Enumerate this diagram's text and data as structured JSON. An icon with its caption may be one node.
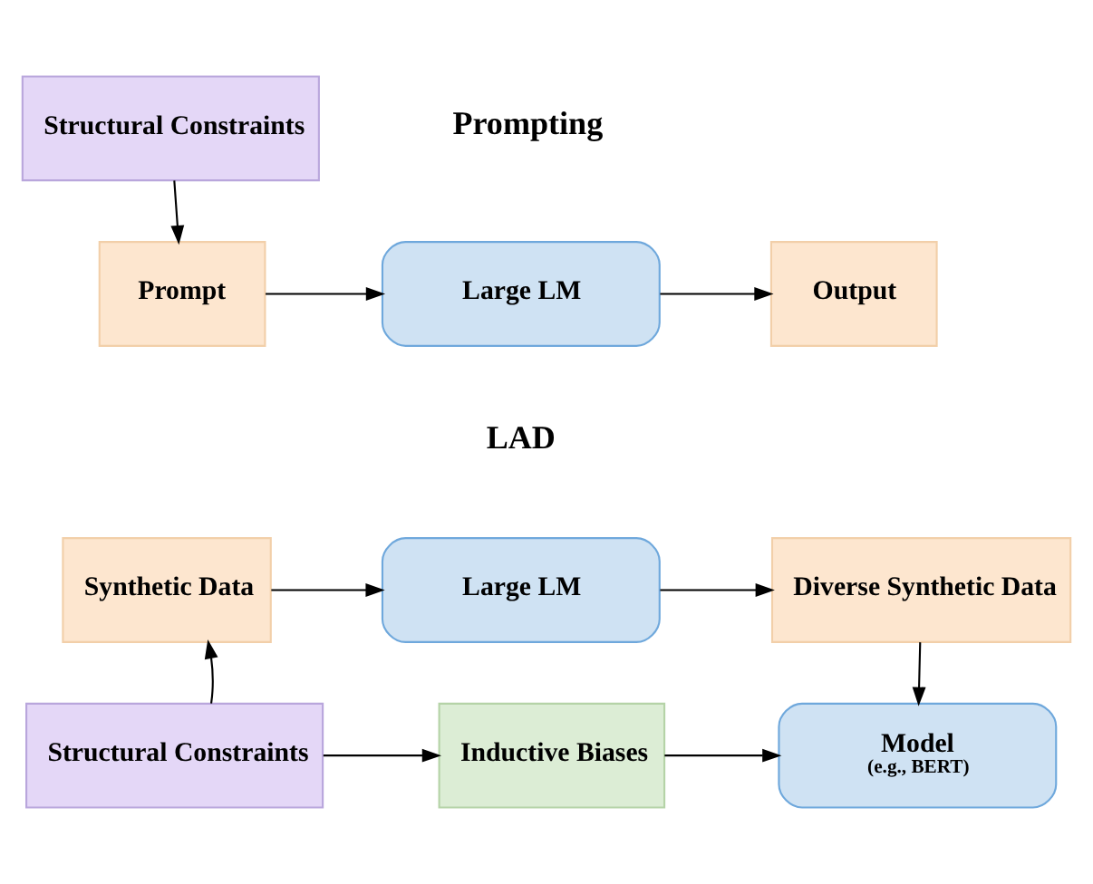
{
  "diagram": {
    "nodes": [
      {
        "text": [
          "Structural Constraints"
        ]
      },
      {
        "text": [
          "Prompt"
        ]
      },
      {
        "text": [
          "Large LM"
        ]
      },
      {
        "text": [
          "Output"
        ]
      },
      {
        "text": [
          "Synthetic Data"
        ]
      },
      {
        "text": [
          "Large LM"
        ]
      },
      {
        "text": [
          "Diverse Synthetic Data"
        ]
      },
      {
        "text": [
          "Structural Constraints"
        ]
      },
      {
        "text": [
          "Inductive Biases"
        ]
      },
      {
        "text": [
          "Model",
          "(e.g., BERT)"
        ]
      }
    ],
    "edges": [
      {
        "from": 0,
        "to": 1,
        "arrow": "to"
      },
      {
        "from": 1,
        "to": 2,
        "arrow": "to"
      },
      {
        "from": 2,
        "to": 3,
        "arrow": "to"
      },
      {
        "from": 7,
        "to": 4,
        "arrow": "to"
      },
      {
        "from": 4,
        "to": 5,
        "arrow": "to"
      },
      {
        "from": 5,
        "to": 6,
        "arrow": "to"
      },
      {
        "from": 6,
        "to": 9,
        "arrow": "to"
      },
      {
        "from": 7,
        "to": 8,
        "arrow": "to"
      },
      {
        "from": 8,
        "to": 9,
        "arrow": "to"
      }
    ],
    "labels": [
      "Prompting",
      "LAD"
    ]
  }
}
